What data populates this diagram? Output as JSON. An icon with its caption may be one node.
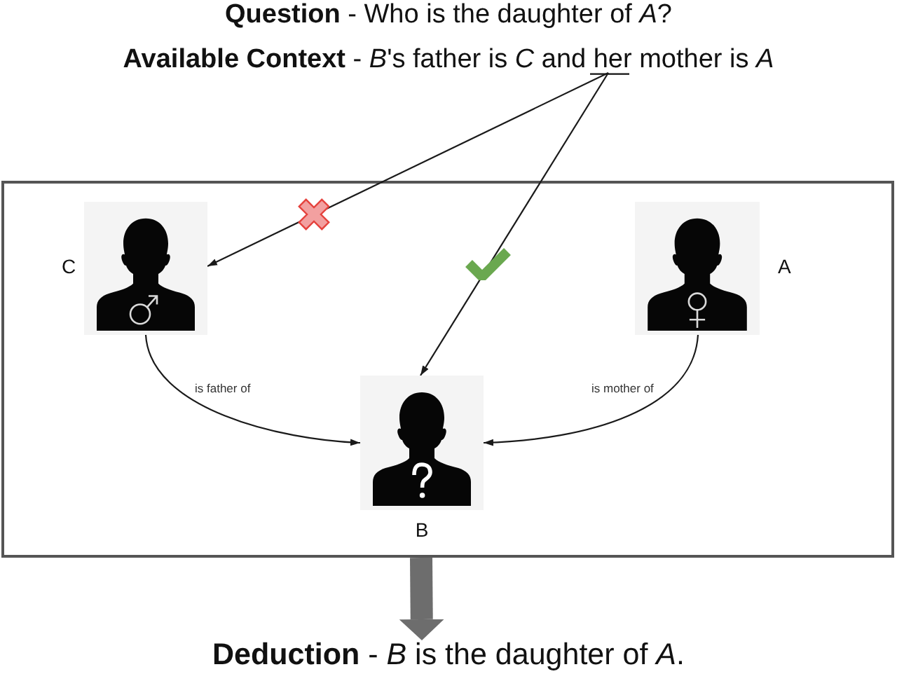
{
  "diagram": {
    "title": "**Question** - Who is the daughter of *A*?",
    "nodes": [
      {
        "text": [
          "**Available Context** - *B*'s father is *C* and her mother is *A*"
        ]
      },
      {
        "text": [],
        "shape": "box"
      },
      {
        "text": [],
        "shape": "person",
        "beside": [
          "C"
        ],
        "in": 1
      },
      {
        "text": [],
        "shape": "person",
        "beside": [
          "A"
        ],
        "in": 1
      },
      {
        "text": [],
        "shape": "person",
        "beside": [
          "B"
        ],
        "in": 1
      },
      {
        "text": [
          "**Deduction** - *B* is the daughter of *A*."
        ]
      }
    ],
    "edges": [
      {
        "from": 0,
        "to": 2,
        "arrow": "to"
      },
      {
        "from": 0,
        "to": 4,
        "arrow": "to"
      },
      {
        "from": 2,
        "to": 4,
        "arrow": "to",
        "label": "is father of"
      },
      {
        "from": 3,
        "to": 4,
        "arrow": "to",
        "label": "is mother of"
      },
      {
        "from": 1,
        "to": 5,
        "arrow": "to",
        "style": "thick",
        "color": "#6d6d6d"
      }
    ]
  }
}
